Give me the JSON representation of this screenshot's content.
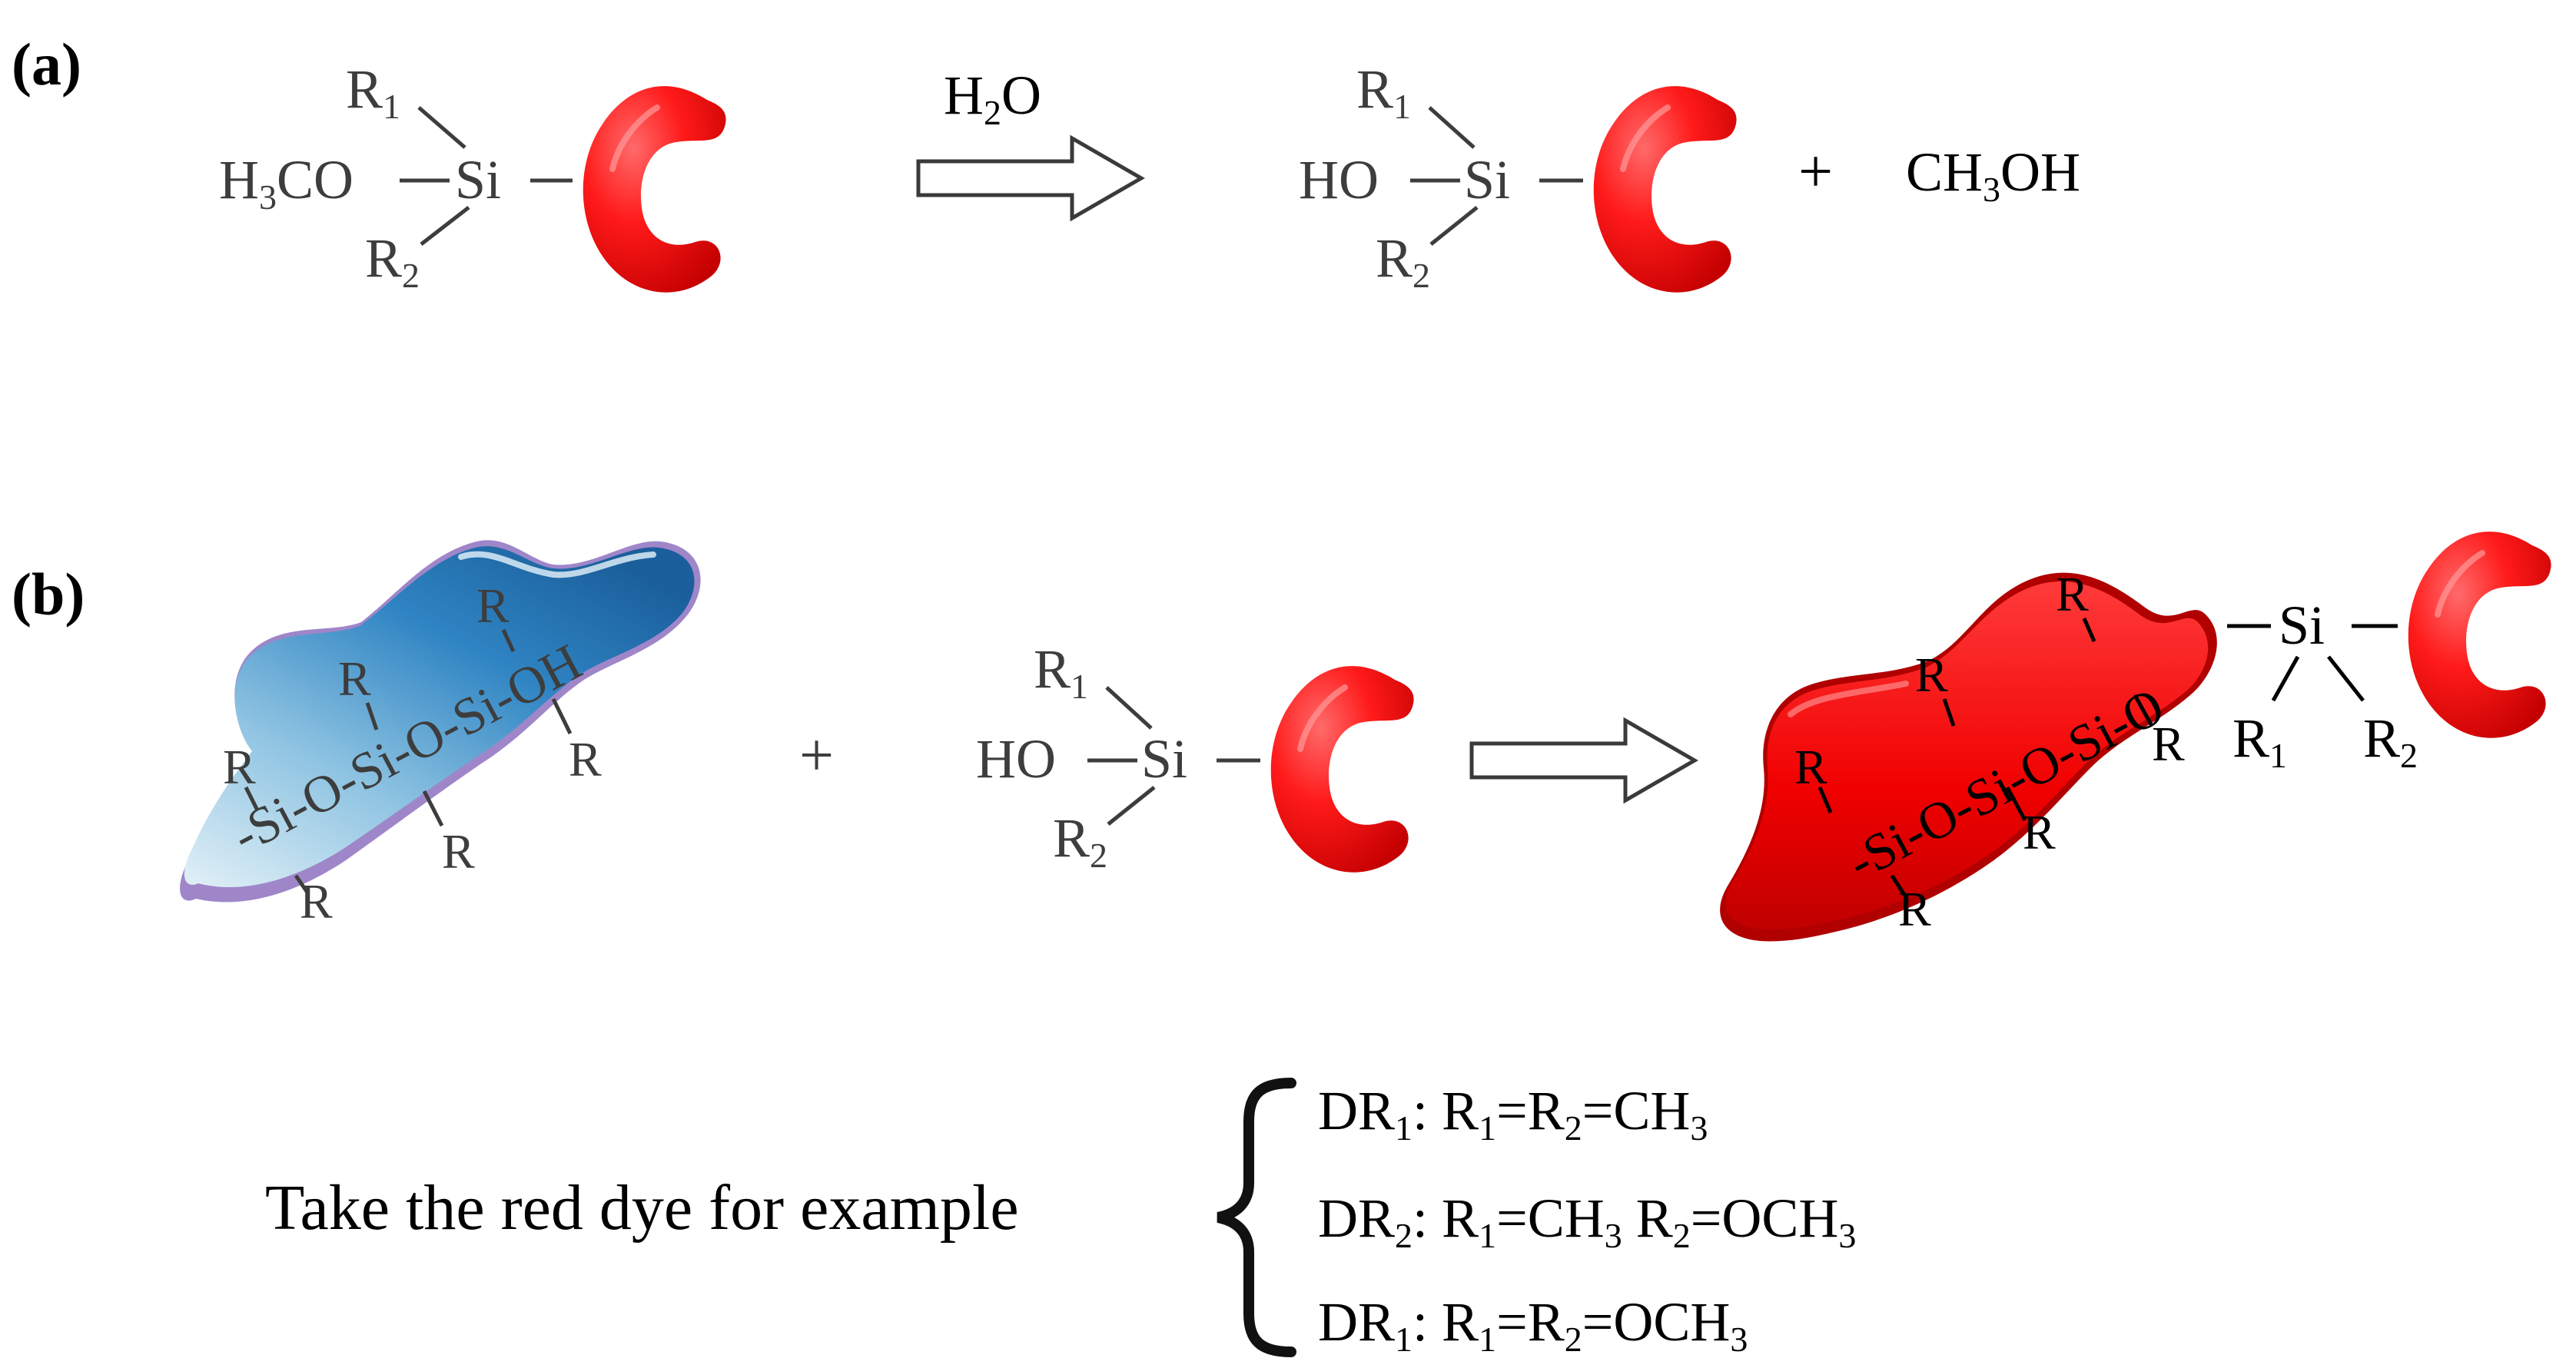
{
  "panels": {
    "a": {
      "label": "(a)",
      "reactant": {
        "r1": "R",
        "r1_sub": "1",
        "r2": "R",
        "r2_sub": "2",
        "group_h": "H",
        "group_sub": "3",
        "group_rest": "CO",
        "si": "Si"
      },
      "arrow": {
        "reagent_h": "H",
        "reagent_sub": "2",
        "reagent_o": "O"
      },
      "product": {
        "r1": "R",
        "r1_sub": "1",
        "r2": "R",
        "r2_sub": "2",
        "group": "HO",
        "si": "Si"
      },
      "plus": "+",
      "byproduct": {
        "ch": "CH",
        "sub": "3",
        "oh": "OH"
      }
    },
    "b": {
      "label": "(b)",
      "substrate": {
        "chain": "-Si-O-Si-O-Si-OH",
        "r": "R"
      },
      "plus": "+",
      "silanol": {
        "r1": "R",
        "r1_sub": "1",
        "r2": "R",
        "r2_sub": "2",
        "group": "HO",
        "si": "Si"
      },
      "product": {
        "chain": "-Si-O-Si-O-Si-O",
        "r": "R",
        "si": "Si",
        "r1": "R",
        "r1_sub": "1",
        "r2": "R",
        "r2_sub": "2"
      }
    }
  },
  "legend": {
    "intro": "Take the red dye for example",
    "items": [
      {
        "dr": "DR",
        "dr_sub": "1",
        "r1": "R",
        "r1_sub": "1",
        "eq1": "=",
        "r2": "R",
        "r2_sub": "2",
        "eq2": "=",
        "val": "CH",
        "val_sub": "3",
        "tail": ""
      },
      {
        "dr": "DR",
        "dr_sub": "2",
        "r1": "R",
        "r1_sub": "1",
        "eq1": "=",
        "val1": "CH",
        "val1_sub": "3",
        "r2": "R",
        "r2_sub": "2",
        "eq2": "=",
        "val2": "OCH",
        "val2_sub": "3"
      },
      {
        "dr": "DR",
        "dr_sub": "1",
        "r1": "R",
        "r1_sub": "1",
        "eq1": "=",
        "r2": "R",
        "r2_sub": "2",
        "eq2": "=",
        "val": "OCH",
        "val_sub": "3",
        "tail": ""
      }
    ],
    "colon": ":"
  },
  "colors": {
    "dye_red": "#ff1a1a",
    "dye_dark": "#d40000",
    "blob_blue": "#1e6fb0",
    "blob_light": "#cfe6f2",
    "blob_purple": "#9f86c9",
    "text_grey": "#3d3d3d"
  }
}
